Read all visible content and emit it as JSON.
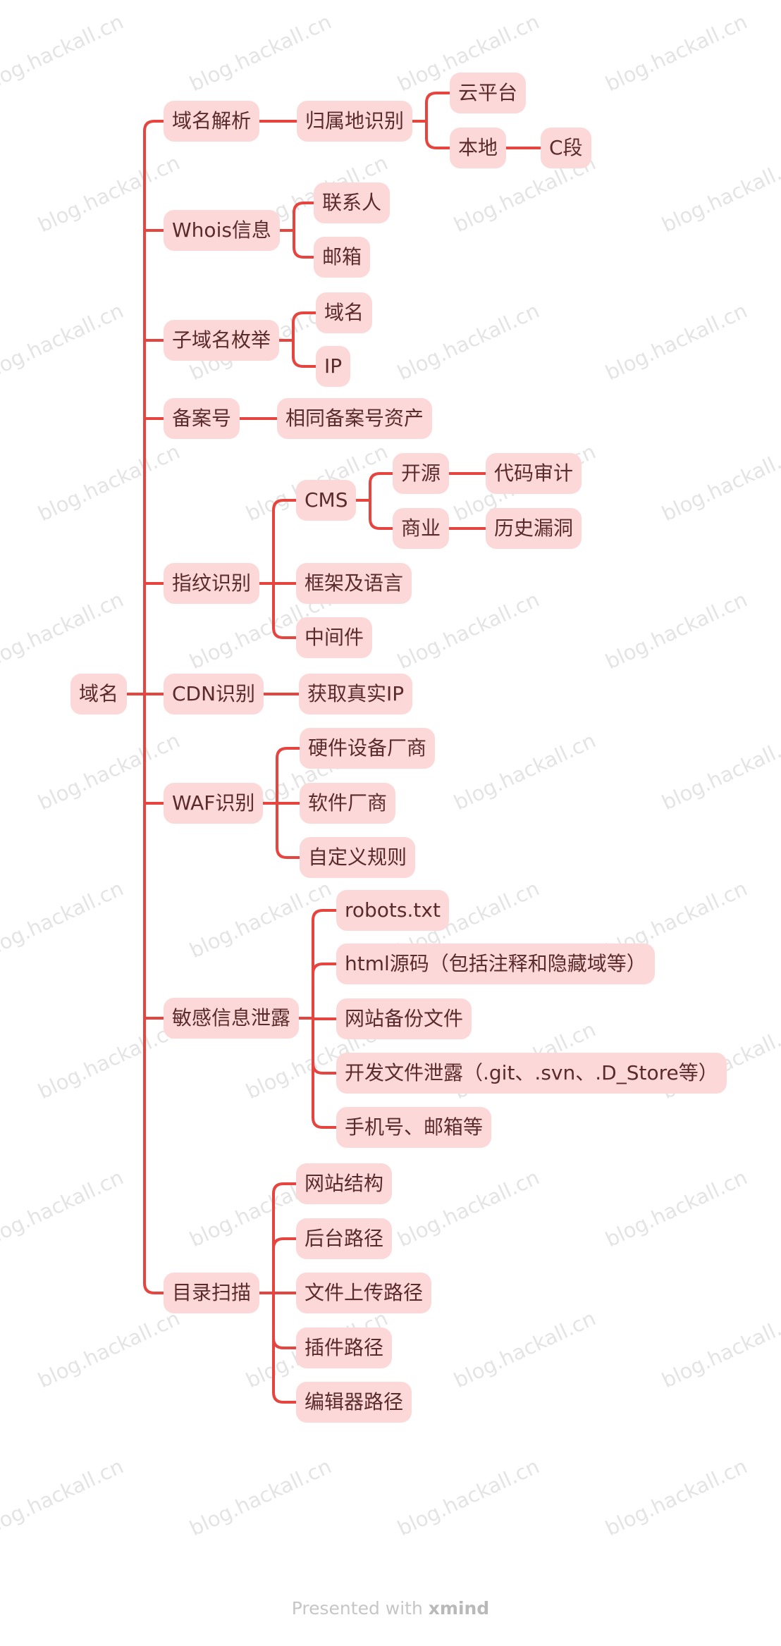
{
  "root": "域名",
  "branches": [
    {
      "label": "域名解析",
      "children": [
        {
          "label": "归属地识别",
          "children": [
            {
              "label": "云平台"
            },
            {
              "label": "本地",
              "children": [
                {
                  "label": "C段"
                }
              ]
            }
          ]
        }
      ]
    },
    {
      "label": "Whois信息",
      "children": [
        {
          "label": "联系人"
        },
        {
          "label": "邮箱"
        }
      ]
    },
    {
      "label": "子域名枚举",
      "children": [
        {
          "label": "域名"
        },
        {
          "label": "IP"
        }
      ]
    },
    {
      "label": "备案号",
      "children": [
        {
          "label": "相同备案号资产"
        }
      ]
    },
    {
      "label": "指纹识别",
      "children": [
        {
          "label": "CMS",
          "children": [
            {
              "label": "开源",
              "children": [
                {
                  "label": "代码审计"
                }
              ]
            },
            {
              "label": "商业",
              "children": [
                {
                  "label": "历史漏洞"
                }
              ]
            }
          ]
        },
        {
          "label": "框架及语言"
        },
        {
          "label": "中间件"
        }
      ]
    },
    {
      "label": "CDN识别",
      "children": [
        {
          "label": "获取真实IP"
        }
      ]
    },
    {
      "label": "WAF识别",
      "children": [
        {
          "label": "硬件设备厂商"
        },
        {
          "label": "软件厂商"
        },
        {
          "label": "自定义规则"
        }
      ]
    },
    {
      "label": "敏感信息泄露",
      "children": [
        {
          "label": "robots.txt"
        },
        {
          "label": "html源码（包括注释和隐藏域等）"
        },
        {
          "label": "网站备份文件"
        },
        {
          "label": "开发文件泄露（.git、.svn、.D_Store等）"
        },
        {
          "label": "手机号、邮箱等"
        }
      ]
    },
    {
      "label": "目录扫描",
      "children": [
        {
          "label": "网站结构"
        },
        {
          "label": "后台路径"
        },
        {
          "label": "文件上传路径"
        },
        {
          "label": "插件路径"
        },
        {
          "label": "编辑器路径"
        }
      ]
    }
  ],
  "watermark": "blog.hackall.cn",
  "footer": {
    "presented": "Presented with",
    "brand": "xmind"
  },
  "colors": {
    "line": "#e5443f",
    "node_bg": "#fdd8d8",
    "text": "#5b2b2b",
    "watermark": "#e4e4e4"
  }
}
